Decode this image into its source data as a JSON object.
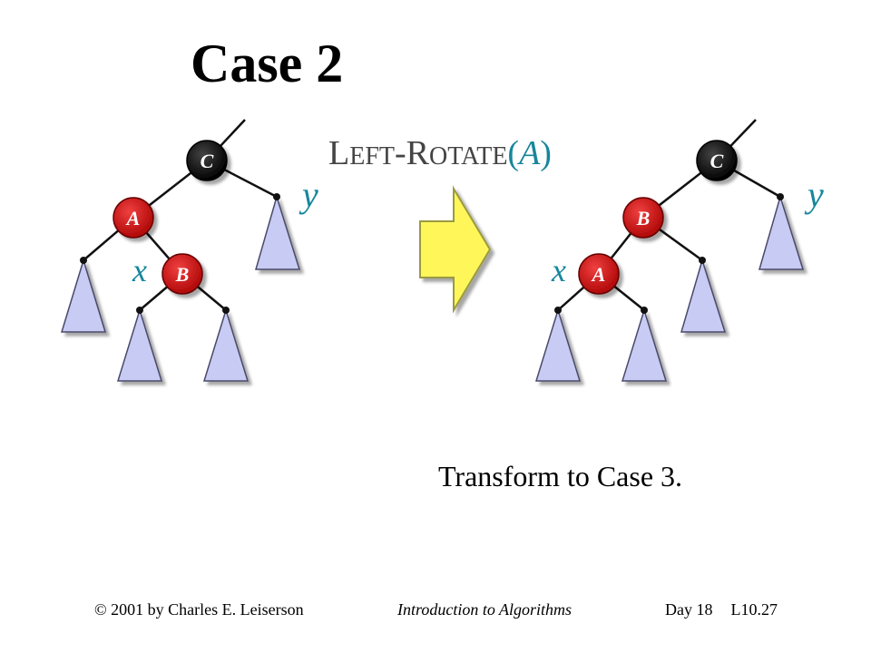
{
  "slide": {
    "title": "Case 2",
    "caption": "Transform to Case 3.",
    "operation": {
      "name_part1": "L",
      "name_part1_small": "EFT",
      "dash": "-",
      "name_part2": "R",
      "name_part2_small": "OTATE",
      "arg_open": "(",
      "arg": "A",
      "arg_close": ")"
    },
    "footer": {
      "copyright": "© 2001 by Charles E. Leiserson",
      "course": "Introduction to Algorithms",
      "day": "Day  18",
      "lecture": "L10.27"
    }
  },
  "diagram": {
    "colors": {
      "black_node": "#111111",
      "red_node": "#cc1111",
      "subtree_fill": "#c8ccf4",
      "subtree_stroke": "#4a4a6a",
      "label_teal": "#17869c",
      "arrow_fill": "#fff75a",
      "arrow_stroke": "#9a9a40"
    },
    "left_tree": {
      "nodes": [
        {
          "label": "C",
          "color": "black"
        },
        {
          "label": "A",
          "color": "red"
        },
        {
          "label": "B",
          "color": "red"
        }
      ],
      "var_labels": [
        "y",
        "x"
      ]
    },
    "right_tree": {
      "nodes": [
        {
          "label": "C",
          "color": "black"
        },
        {
          "label": "B",
          "color": "red"
        },
        {
          "label": "A",
          "color": "red"
        }
      ],
      "var_labels": [
        "y",
        "x"
      ]
    },
    "arrow_icon": "right-arrow-icon"
  }
}
